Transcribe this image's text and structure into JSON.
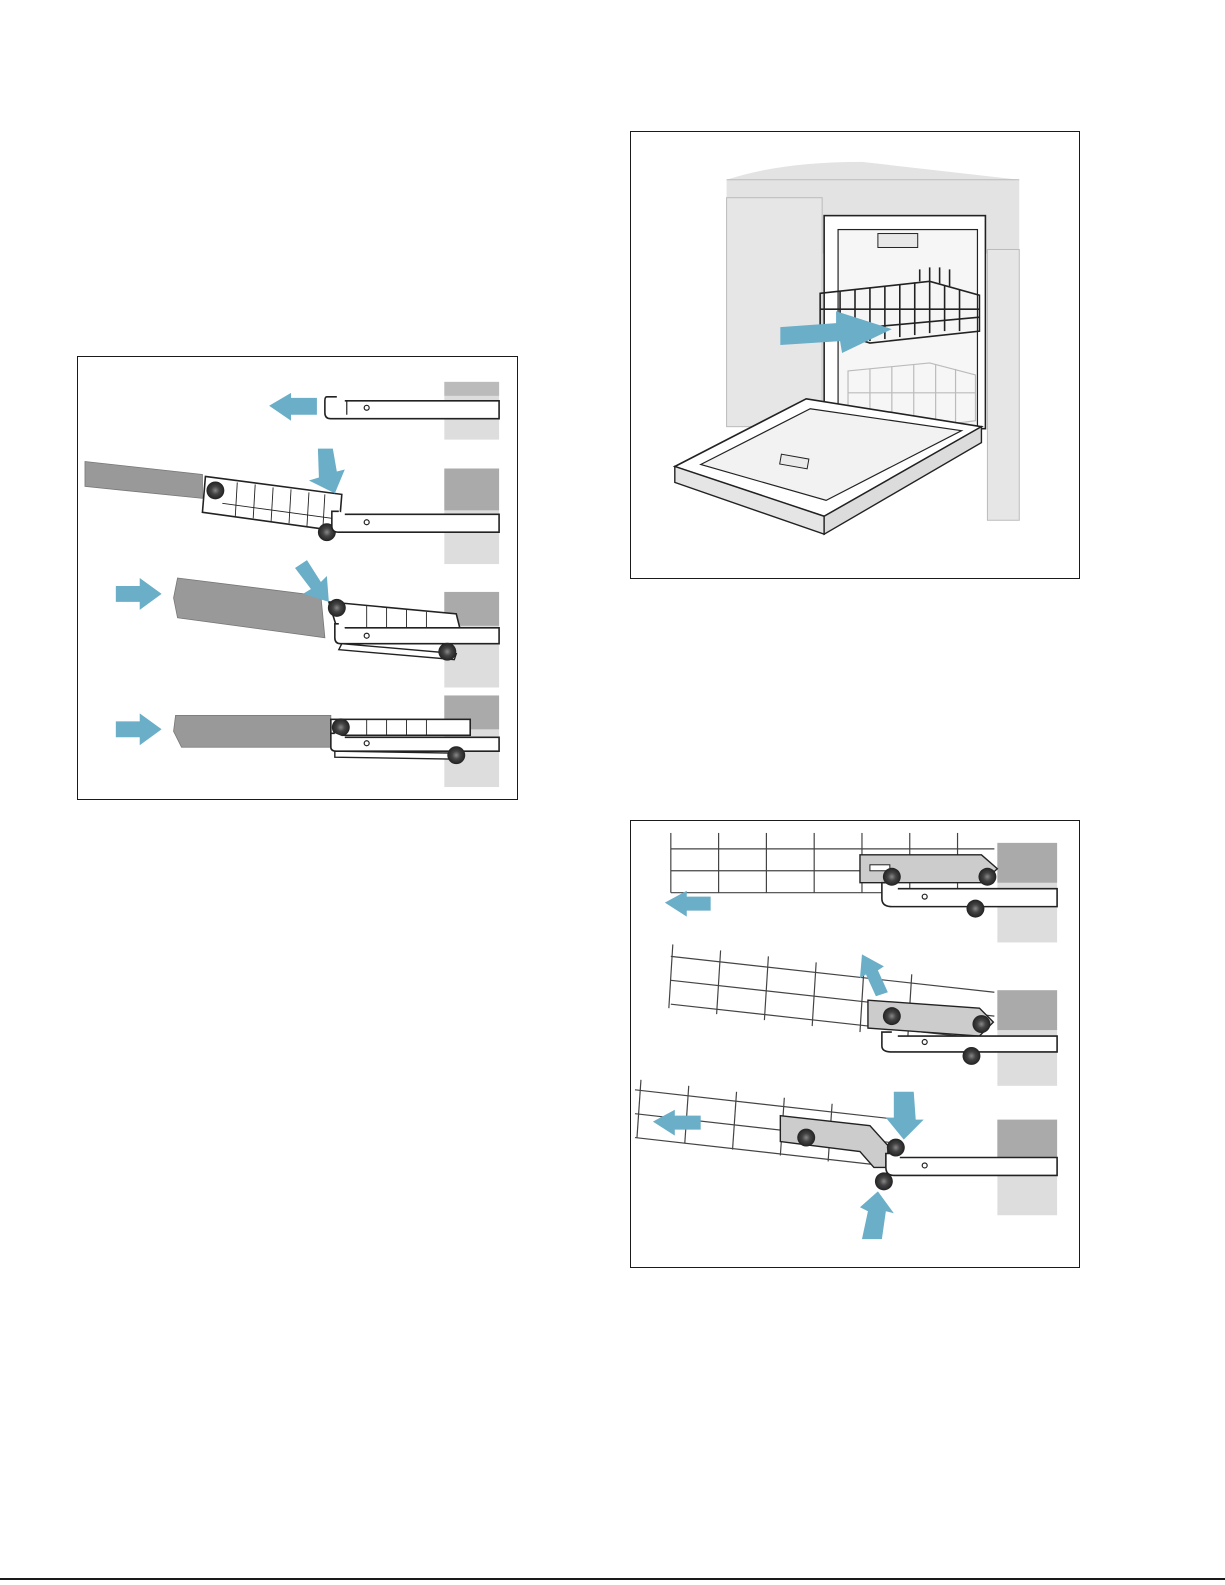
{
  "page": {
    "figures": [
      {
        "id": "rail-assembly",
        "icon": "rail-clip-illustration",
        "step_count": 4
      },
      {
        "id": "dishwasher-open",
        "icon": "dishwasher-illustration"
      },
      {
        "id": "rack-removal",
        "icon": "rack-hinge-illustration",
        "step_count": 3
      }
    ],
    "colors": {
      "arrow": "#6aaec8",
      "panel": "#d9d9d9",
      "border": "#1a1a1a",
      "dark": "#3a3a3a"
    }
  }
}
